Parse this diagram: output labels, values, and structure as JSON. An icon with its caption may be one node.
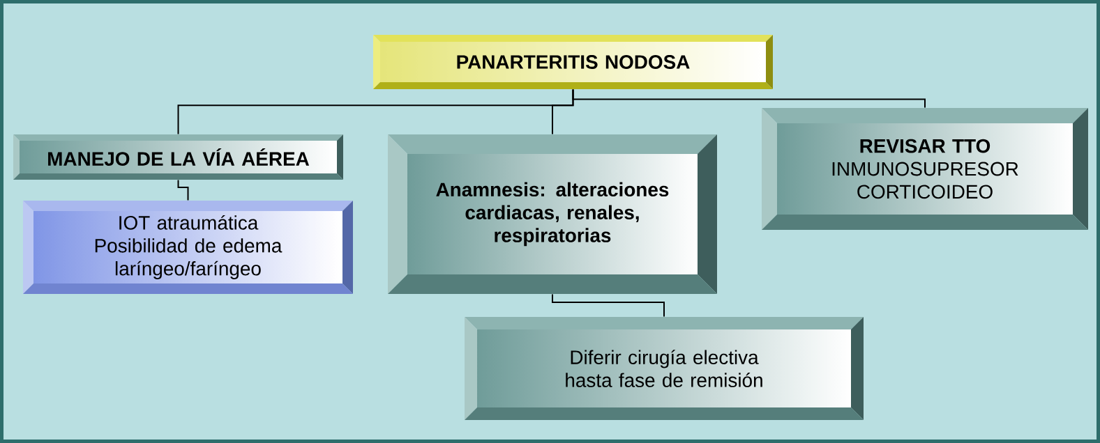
{
  "diagram": {
    "nodes": [
      {
        "text": [
          "PANARTERITIS NODOSA"
        ]
      },
      {
        "text": [
          "MANEJO DE LA VÍA AÉREA"
        ]
      },
      {
        "text": [
          "IOT atraumática",
          "Posibilidad de edema laríngeo/faríngeo"
        ]
      },
      {
        "text": [
          "Anamnesis: alteraciones cardiacas, renales, respiratorias"
        ]
      },
      {
        "text": [
          "REVISAR TTO",
          "INMUNOSUPRESOR CORTICOIDEO"
        ]
      },
      {
        "text": [
          "Diferir cirugía electiva hasta fase de remisión"
        ]
      }
    ],
    "edges": [
      {
        "from": 0,
        "to": 1,
        "arrow": "none"
      },
      {
        "from": 0,
        "to": 3,
        "arrow": "none"
      },
      {
        "from": 0,
        "to": 4,
        "arrow": "none"
      },
      {
        "from": 1,
        "to": 2,
        "arrow": "none"
      },
      {
        "from": 3,
        "to": 5,
        "arrow": "none"
      }
    ]
  }
}
